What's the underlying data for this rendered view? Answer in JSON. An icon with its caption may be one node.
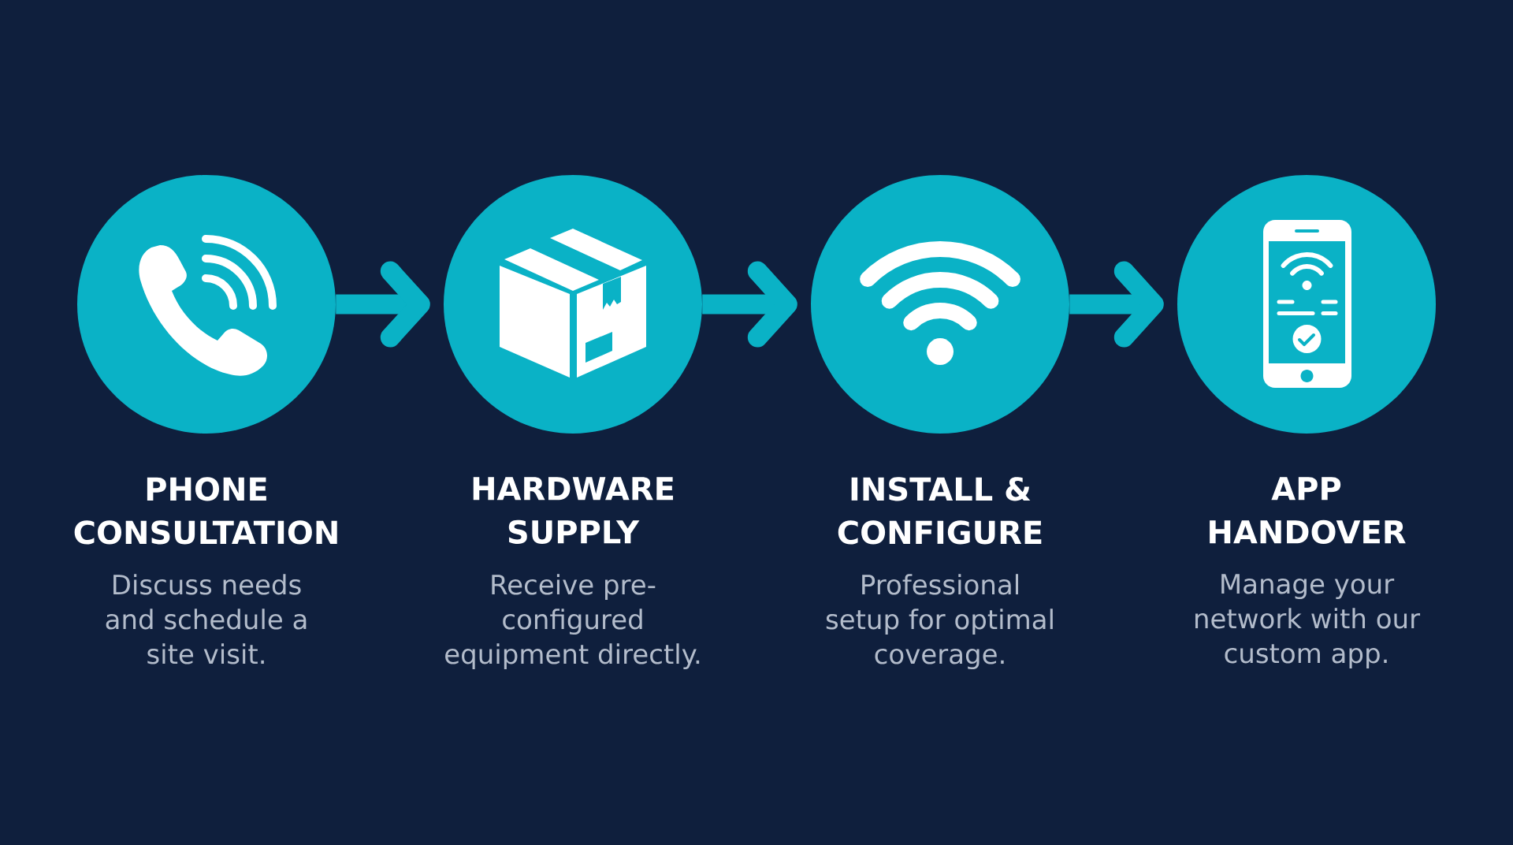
{
  "diagram": {
    "nodes": [
      {
        "text": [
          "PHONE CONSULTATION",
          "Discuss needs and schedule a site visit."
        ]
      },
      {
        "text": [
          "HARDWARE SUPPLY",
          "Receive pre-configured equipment directly."
        ]
      },
      {
        "text": [
          "INSTALL & CONFIGURE",
          "Professional setup for optimal coverage."
        ]
      },
      {
        "text": [
          "APP HANDOVER",
          "Manage your network with our custom app."
        ]
      }
    ],
    "edges": [
      {
        "from": 0,
        "to": 1,
        "arrow": "to"
      },
      {
        "from": 1,
        "to": 2,
        "arrow": "to"
      },
      {
        "from": 2,
        "to": 3,
        "arrow": "to"
      }
    ]
  }
}
